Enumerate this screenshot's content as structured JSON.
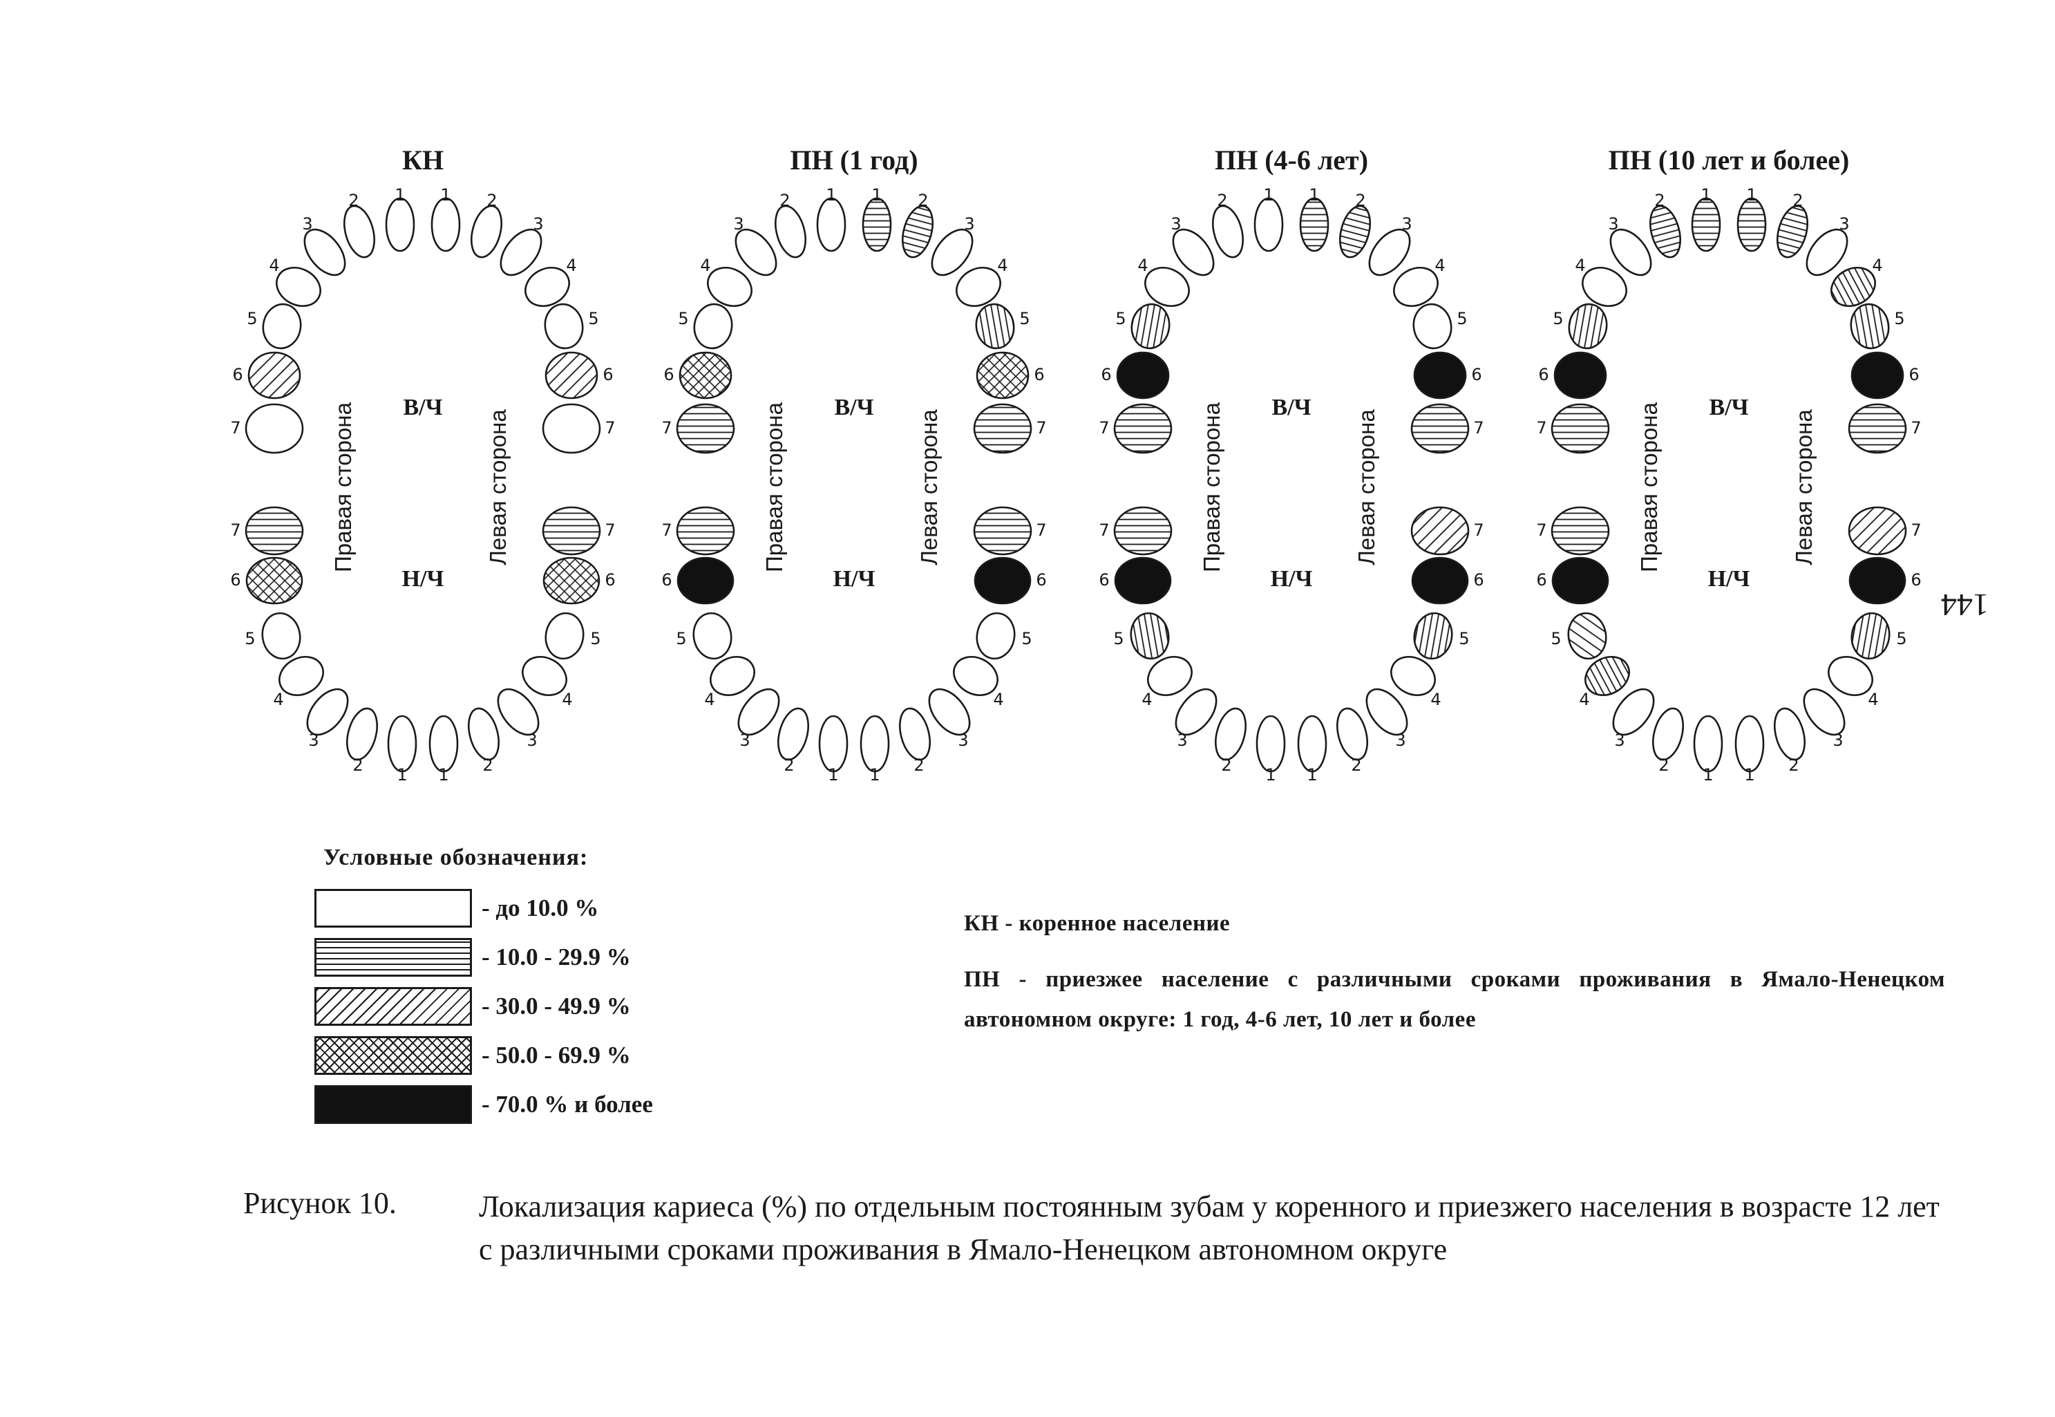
{
  "legend": {
    "title": "Условные обозначения:",
    "items": [
      {
        "pattern": "empty",
        "label": "- до 10.0 %"
      },
      {
        "pattern": "horizontal",
        "label": "- 10.0 - 29.9 %"
      },
      {
        "pattern": "diagonal",
        "label": "- 30.0 - 49.9 %"
      },
      {
        "pattern": "crosshatch",
        "label": "- 50.0 - 69.9 %"
      },
      {
        "pattern": "solid",
        "label": "- 70.0 % и более"
      }
    ]
  },
  "labels": {
    "upper_jaw": "В/Ч",
    "lower_jaw": "Н/Ч",
    "right_side": "Правая сторона",
    "left_side": "Левая сторона"
  },
  "tooth_numbers": [
    "1",
    "2",
    "3",
    "4",
    "5",
    "6",
    "7"
  ],
  "charts": [
    {
      "title": "КН",
      "upper_right": [
        "empty",
        "empty",
        "empty",
        "empty",
        "empty",
        "diagonal",
        "empty"
      ],
      "upper_left": [
        "empty",
        "empty",
        "empty",
        "empty",
        "empty",
        "diagonal",
        "empty"
      ],
      "lower_right": [
        "empty",
        "empty",
        "empty",
        "empty",
        "empty",
        "crosshatch",
        "horizontal"
      ],
      "lower_left": [
        "empty",
        "empty",
        "empty",
        "empty",
        "empty",
        "crosshatch",
        "horizontal"
      ]
    },
    {
      "title": "ПН (1 год)",
      "upper_right": [
        "empty",
        "empty",
        "empty",
        "empty",
        "empty",
        "crosshatch",
        "horizontal"
      ],
      "upper_left": [
        "horizontal",
        "horizontal",
        "empty",
        "empty",
        "horizontal",
        "crosshatch",
        "horizontal"
      ],
      "lower_right": [
        "empty",
        "empty",
        "empty",
        "empty",
        "empty",
        "solid",
        "horizontal"
      ],
      "lower_left": [
        "empty",
        "empty",
        "empty",
        "empty",
        "empty",
        "solid",
        "horizontal"
      ]
    },
    {
      "title": "ПН (4-6 лет)",
      "upper_right": [
        "empty",
        "empty",
        "empty",
        "empty",
        "horizontal",
        "solid",
        "horizontal"
      ],
      "upper_left": [
        "horizontal",
        "horizontal",
        "empty",
        "empty",
        "empty",
        "solid",
        "horizontal"
      ],
      "lower_right": [
        "empty",
        "empty",
        "empty",
        "empty",
        "horizontal",
        "solid",
        "horizontal"
      ],
      "lower_left": [
        "empty",
        "empty",
        "empty",
        "empty",
        "horizontal",
        "solid",
        "diagonal"
      ]
    },
    {
      "title": "ПН (10 лет и более)",
      "upper_right": [
        "horizontal",
        "horizontal",
        "empty",
        "empty",
        "horizontal",
        "solid",
        "horizontal"
      ],
      "upper_left": [
        "horizontal",
        "horizontal",
        "empty",
        "horizontal",
        "horizontal",
        "solid",
        "horizontal"
      ],
      "lower_right": [
        "empty",
        "empty",
        "empty",
        "horizontal",
        "diagonal",
        "solid",
        "horizontal"
      ],
      "lower_left": [
        "empty",
        "empty",
        "empty",
        "empty",
        "horizontal",
        "solid",
        "diagonal"
      ]
    }
  ],
  "abbreviations": {
    "kn": "КН - коренное население",
    "pn": "ПН - приезжее население с различными сроками проживания в Ямало-Ненецком автономном округе: 1 год, 4-6 лет, 10 лет и более"
  },
  "caption": {
    "label": "Рисунок 10.",
    "text": "Локализация кариеса (%) по отдельным постоянным зубам у коренного и приезжего населения в возрасте 12 лет с различными сроками проживания в Ямало-Ненецком автономном округе"
  },
  "page_number": "144"
}
